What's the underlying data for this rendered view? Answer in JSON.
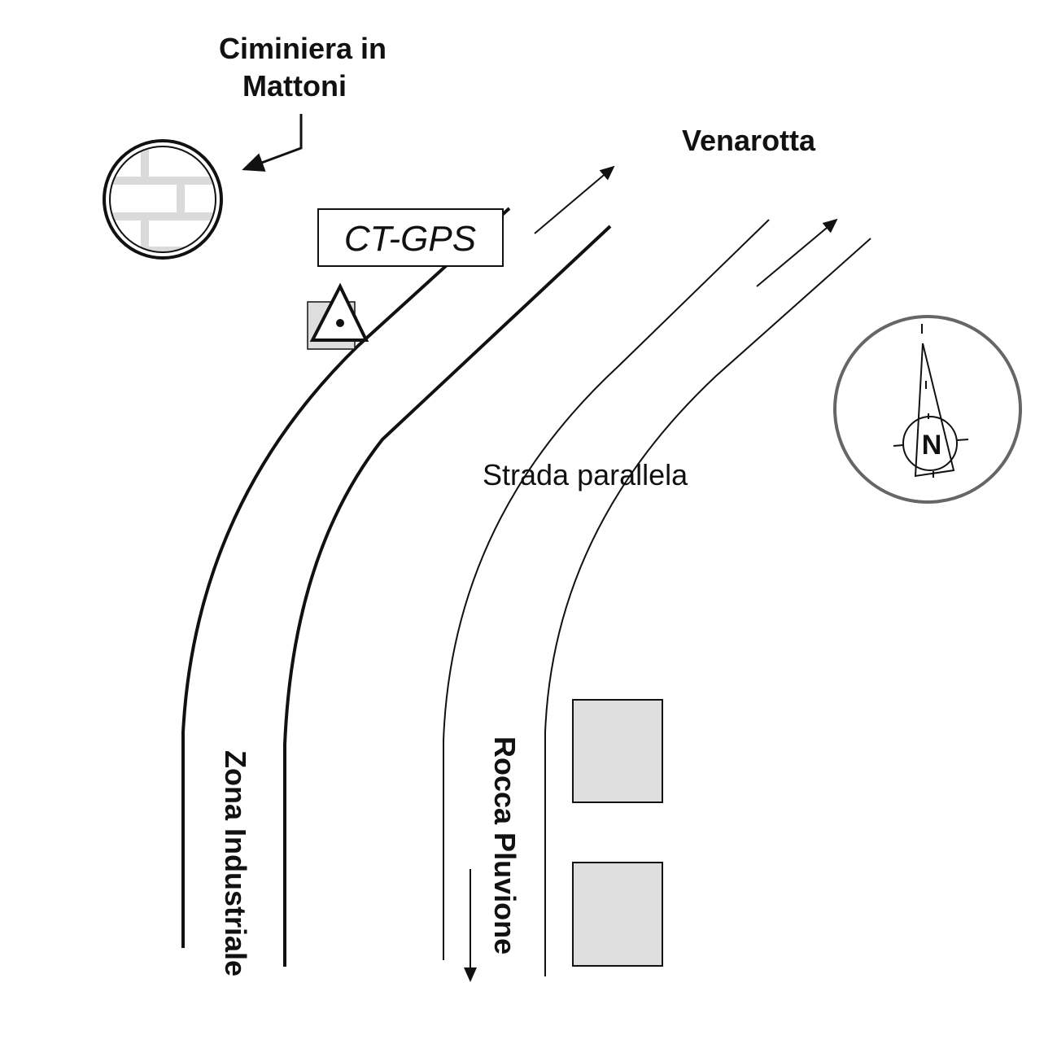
{
  "labels": {
    "chimney_line1": "Ciminiera in",
    "chimney_line2": "Mattoni",
    "venarotta": "Venarotta",
    "station": "CT-GPS",
    "parallel_road": "Strada parallela",
    "industrial_zone": "Zona Industriale",
    "rocca_pluvione": "Rocca Pluvione",
    "north": "N"
  },
  "colors": {
    "line": "#111111",
    "building_fill": "#dedede",
    "brick": "#dadada",
    "compass_ring": "#666666"
  }
}
